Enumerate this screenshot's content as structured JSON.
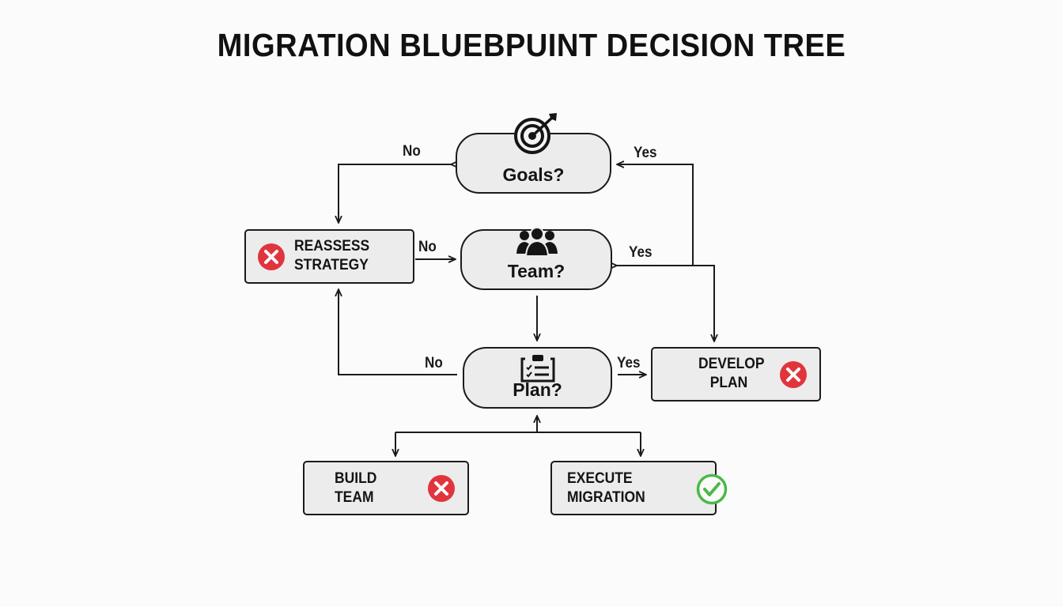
{
  "title": "MIGRATION BLUEBPUINT DECISION TREE",
  "nodes": {
    "goals": {
      "label": "Goals?",
      "icon": "target-icon"
    },
    "team": {
      "label": "Team?",
      "icon": "people-icon"
    },
    "plan": {
      "label": "Plan?",
      "icon": "clipboard-checklist-icon"
    },
    "reassess": {
      "line1": "REASSESS",
      "line2": "STRATEGY",
      "icon": "red-x-icon"
    },
    "develop": {
      "line1": "DEVELOP",
      "line2": "PLAN",
      "icon": "red-x-icon"
    },
    "build": {
      "line1": "BUILD",
      "line2": "TEAM",
      "icon": "red-x-icon"
    },
    "execute": {
      "line1": "EXECUTE",
      "line2": "MIGRATION",
      "icon": "green-check-icon"
    }
  },
  "edge_labels": {
    "goals_no": "No",
    "goals_yes": "Yes",
    "team_no": "No",
    "team_yes": "Yes",
    "plan_no": "No",
    "plan_yes": "Yes"
  },
  "colors": {
    "node_fill": "#ececec",
    "outline": "#1b1b1b",
    "fail": "#e0353d",
    "success": "#4cb848"
  }
}
